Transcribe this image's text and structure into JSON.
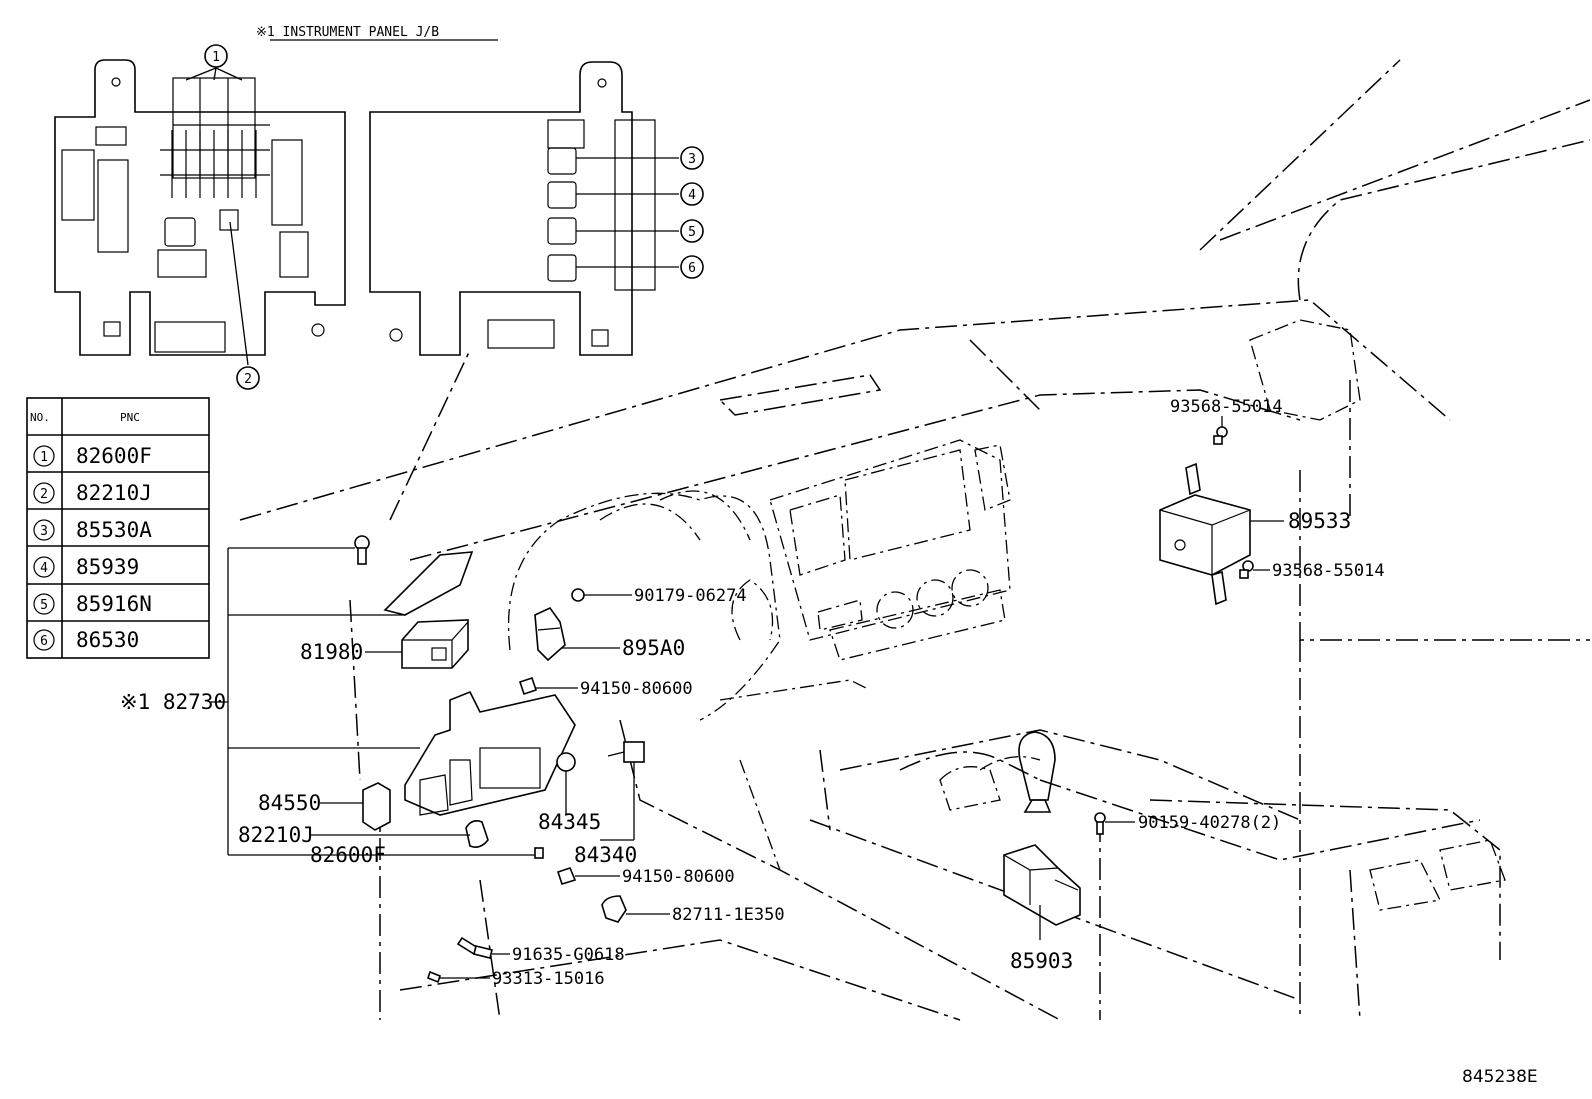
{
  "title": "※1 INSTRUMENT PANEL J/B",
  "figure_id": "845238E",
  "table": {
    "headers": [
      "NO.",
      "PNC"
    ],
    "rows": [
      {
        "no": "1",
        "pnc": "82600F"
      },
      {
        "no": "2",
        "pnc": "82210J"
      },
      {
        "no": "3",
        "pnc": "85530A"
      },
      {
        "no": "4",
        "pnc": "85939"
      },
      {
        "no": "5",
        "pnc": "85916N"
      },
      {
        "no": "6",
        "pnc": "86530"
      }
    ]
  },
  "callouts": {
    "c1": "1",
    "c2": "2",
    "c3": "3",
    "c4": "4",
    "c5": "5",
    "c6": "6"
  },
  "parts": {
    "p93568_top": "93568-55014",
    "p89533": "89533",
    "p93568_bottom": "93568-55014",
    "p90179": "90179-06274",
    "p895a0": "895A0",
    "p94150_a": "94150-80600",
    "p81980": "81980",
    "p82730": "※1 82730",
    "p84550": "84550",
    "p84345": "84345",
    "p82210j": "82210J",
    "p84340": "84340",
    "p82600f": "82600F",
    "p94150_b": "94150-80600",
    "p82711": "82711-1E350",
    "p90159": "90159-40278(2)",
    "p85903": "85903",
    "p91635": "91635-G0618",
    "p93313": "93313-15016"
  }
}
